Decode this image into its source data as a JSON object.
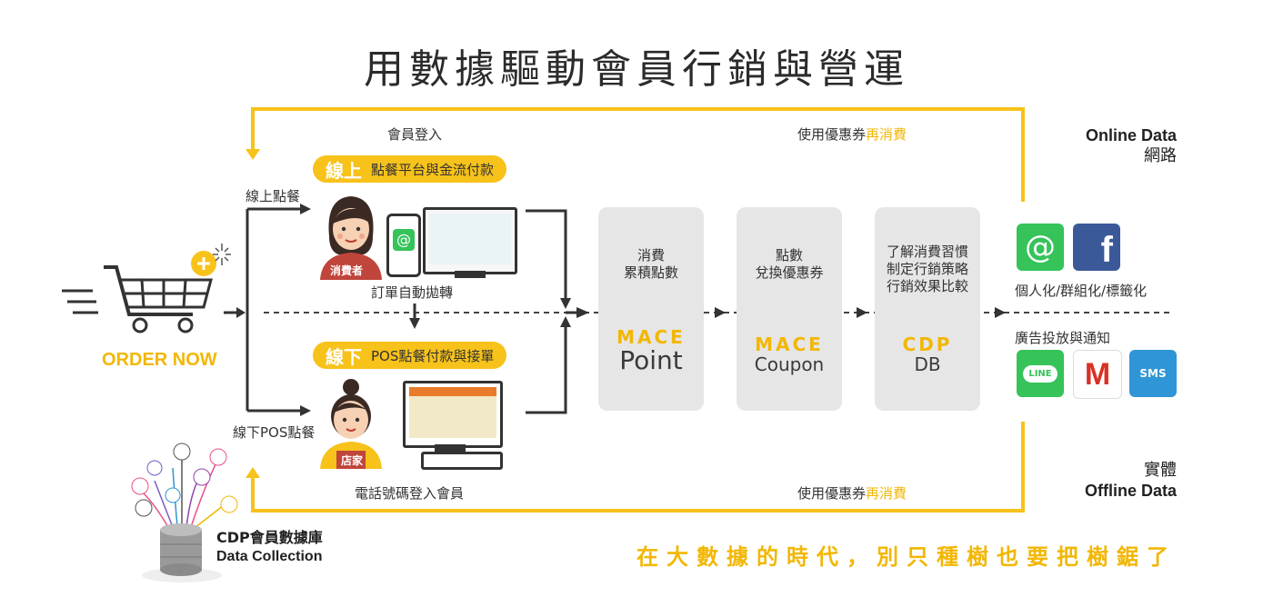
{
  "title": "用數據驅動會員行銷與營運",
  "online_label": {
    "en": "Online Data",
    "zh": "網路"
  },
  "offline_label": {
    "zh": "實體",
    "en": "Offline Data"
  },
  "loop_top": {
    "left": "會員登入",
    "right_prefix": "使用優惠券",
    "right_highlight": "再消費"
  },
  "loop_bottom": {
    "left": "電話號碼登入會員",
    "right_prefix": "使用優惠券",
    "right_highlight": "再消費"
  },
  "online_order": {
    "branch_label": "線上點餐",
    "pill_big": "線上",
    "pill_text": "點餐平台與金流付款",
    "person_tag": "消費者",
    "auto_transfer": "訂單自動拋轉"
  },
  "offline_order": {
    "branch_label": "線下POS點餐",
    "pill_big": "線下",
    "pill_text": "POS點餐付款與接單",
    "person_tag": "店家"
  },
  "order_now": "ORDER NOW",
  "cards": [
    {
      "desc": [
        "消費",
        "累積點數"
      ],
      "brand": "MACE",
      "sub": "Point"
    },
    {
      "desc": [
        "點數",
        "兌換優惠券"
      ],
      "brand": "MACE",
      "sub": "Coupon"
    },
    {
      "desc": [
        "了解消費習慣",
        "制定行銷策略",
        "行銷效果比較"
      ],
      "brand": "CDP",
      "sub": "DB"
    }
  ],
  "right_panel": {
    "personalize": "個人化/群組化/標籤化",
    "ads": "廣告投放與通知",
    "top_icons": [
      "at-sign-icon",
      "facebook-icon"
    ],
    "bottom_icons": [
      "line-icon",
      "gmail-icon",
      "sms-icon"
    ],
    "line_text": "LINE",
    "sms_text": "SMS"
  },
  "cdp": {
    "zh": "CDP會員數據庫",
    "en": "Data Collection"
  },
  "slogan": "在大數據的時代，別只種樹也要把樹鋸了",
  "colors": {
    "accent": "#f7c21a",
    "card": "#e6e6e6",
    "line_green": "#35c35a",
    "facebook": "#3b5998",
    "sms": "#2f95d6"
  }
}
